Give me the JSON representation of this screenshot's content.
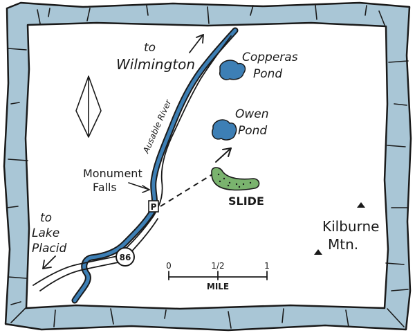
{
  "map": {
    "labels": {
      "wilmington_line1": "to",
      "wilmington_line2": "Wilmington",
      "copperas_line1": "Copperas",
      "copperas_line2": "Pond",
      "owen_line1": "Owen",
      "owen_line2": "Pond",
      "river": "Ausable River",
      "monument_line1": "Monument",
      "monument_line2": "Falls",
      "parking": "P",
      "slide": "SLIDE",
      "lake_line1": "to",
      "lake_line2": "Lake",
      "lake_line3": "Placid",
      "route": "86",
      "kilburne_line1": "Kilburne",
      "kilburne_line2": "Mtn."
    },
    "scale": {
      "tick_0": "0",
      "tick_half": "1/2",
      "tick_1": "1",
      "unit": "MILE"
    },
    "colors": {
      "border_fill": "#a9c6d6",
      "border_stroke": "#1a1a1a",
      "water": "#3d7fb5",
      "slide_fill": "#7ab36e",
      "land": "#ffffff"
    }
  }
}
